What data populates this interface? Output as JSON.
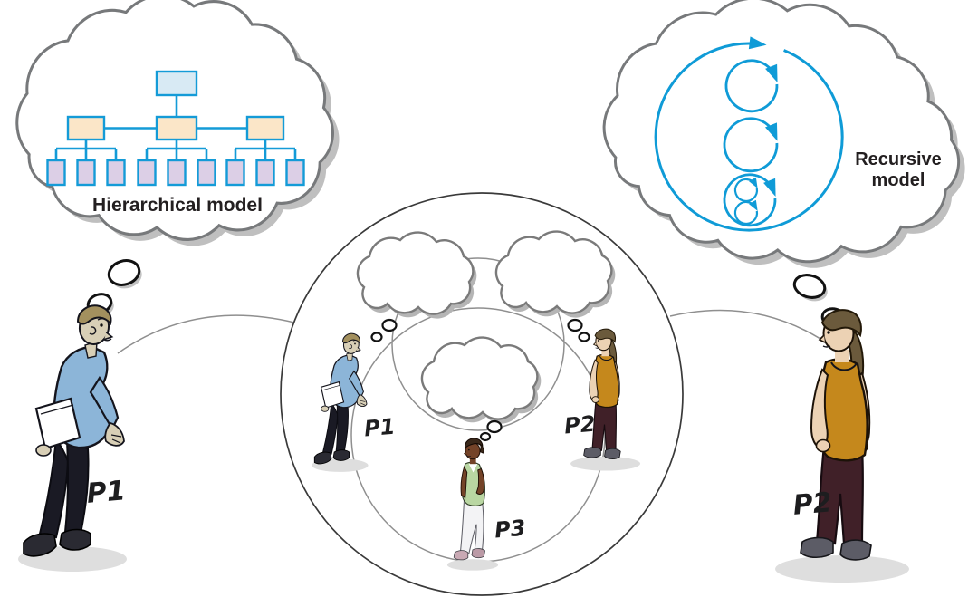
{
  "thought_clouds": {
    "hierarchical": {
      "label": "Hierarchical model",
      "thinker": "P1",
      "tree_levels": [
        1,
        3,
        9
      ]
    },
    "recursive": {
      "label_line1": "Recursive",
      "label_line2": "model",
      "thinker": "P2",
      "nested_loops": [
        3,
        2
      ]
    },
    "group_empty_clouds_count": 3
  },
  "people": {
    "outer_p1": {
      "label": "P1",
      "shirt_color": "#8cb5d8"
    },
    "outer_p2": {
      "label": "P2",
      "top_color": "#c5881c"
    },
    "inner_p1": {
      "label": "P1"
    },
    "inner_p2": {
      "label": "P2"
    },
    "inner_p3": {
      "label": "P3",
      "top_color": "#b9d6a2"
    }
  },
  "colors": {
    "diagram_blue": "#0f9bd7",
    "tree_line_blue": "#149bd7",
    "tree_root_fill": "#d8eaf4",
    "tree_mid_fill": "#fbe6c8",
    "tree_leaf_fill": "#dccfe6",
    "arc_gray": "#8f8f8f",
    "cloud_outline_gray": "#77797b",
    "label_ink": "#231f20"
  }
}
